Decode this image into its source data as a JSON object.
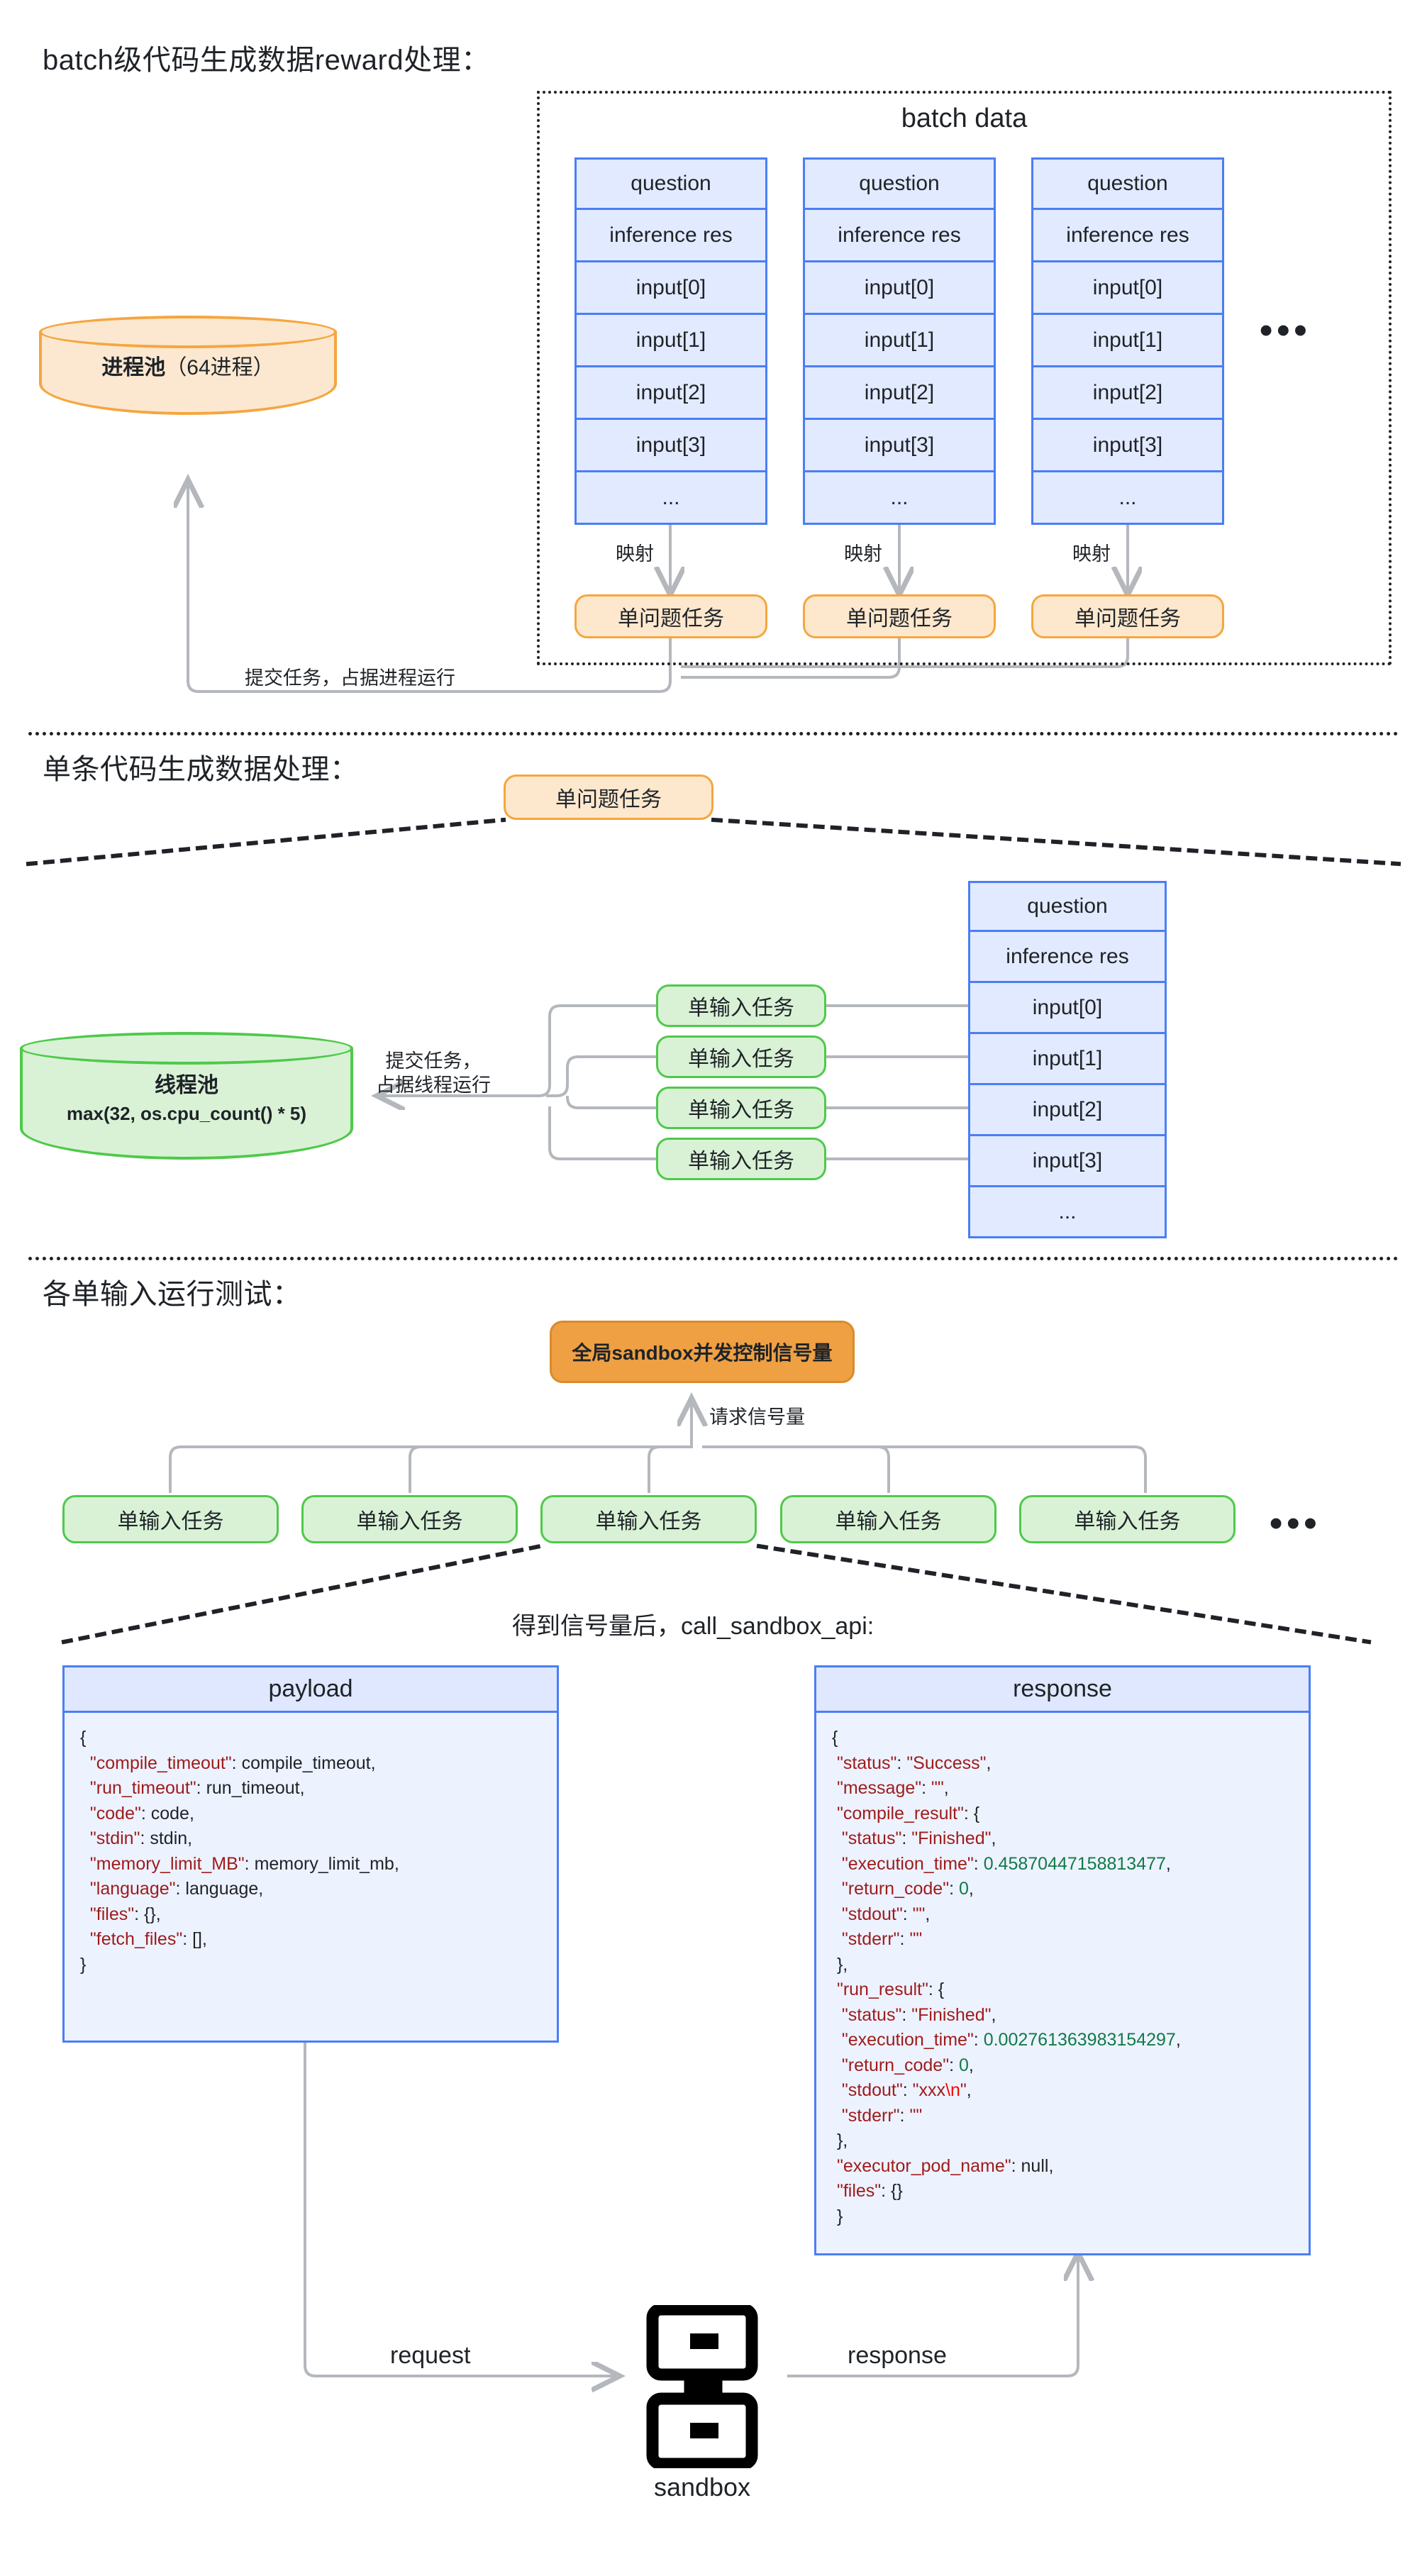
{
  "sections": [
    {
      "id": "batch",
      "title": "batch级代码生成数据reward处理："
    },
    {
      "id": "single",
      "title": "单条代码生成数据处理："
    },
    {
      "id": "test",
      "title": "各单输入运行测试："
    }
  ],
  "section1": {
    "box_title": "batch data",
    "columns": [
      {
        "cells": [
          "question",
          "inference res",
          "input[0]",
          "input[1]",
          "input[2]",
          "input[3]",
          "..."
        ]
      },
      {
        "cells": [
          "question",
          "inference res",
          "input[0]",
          "input[1]",
          "input[2]",
          "input[3]",
          "..."
        ]
      },
      {
        "cells": [
          "question",
          "inference res",
          "input[0]",
          "input[1]",
          "input[2]",
          "input[3]",
          "..."
        ]
      }
    ],
    "ellipsis": "•••",
    "map_label": "映射",
    "task_label": "单问题任务",
    "pool": {
      "title": "进程池",
      "detail": "（64进程）",
      "color": "#f5a640"
    },
    "submit_label": "提交任务，占据进程运行"
  },
  "section2": {
    "source_task": "单问题任务",
    "pool": {
      "title": "线程池",
      "detail": "max(32, os.cpu_count() * 5)",
      "color": "#4fc94a"
    },
    "submit_label_line1": "提交任务，",
    "submit_label_line2": "占据线程运行",
    "sub_tasks": [
      "单输入任务",
      "单输入任务",
      "单输入任务",
      "单输入任务"
    ],
    "data_cells": [
      "question",
      "inference res",
      "input[0]",
      "input[1]",
      "input[2]",
      "input[3]",
      "..."
    ]
  },
  "section3": {
    "semaphore": "全局sandbox并发控制信号量",
    "request_sem_label": "请求信号量",
    "tasks": [
      "单输入任务",
      "单输入任务",
      "单输入任务",
      "单输入任务",
      "单输入任务"
    ],
    "ellipsis": "•••",
    "call_label": "得到信号量后，call_sandbox_api:",
    "payload": {
      "title": "payload",
      "lines": [
        [
          {
            "t": "{",
            "c": "p"
          }
        ],
        [
          {
            "t": "  \"compile_timeout\"",
            "c": "k"
          },
          {
            "t": ": compile_timeout,",
            "c": "p"
          }
        ],
        [
          {
            "t": "  \"run_timeout\"",
            "c": "k"
          },
          {
            "t": ": run_timeout,",
            "c": "p"
          }
        ],
        [
          {
            "t": "  \"code\"",
            "c": "k"
          },
          {
            "t": ": code,",
            "c": "p"
          }
        ],
        [
          {
            "t": "  \"stdin\"",
            "c": "k"
          },
          {
            "t": ": stdin,",
            "c": "p"
          }
        ],
        [
          {
            "t": "  \"memory_limit_MB\"",
            "c": "k"
          },
          {
            "t": ": memory_limit_mb,",
            "c": "p"
          }
        ],
        [
          {
            "t": "  \"language\"",
            "c": "k"
          },
          {
            "t": ": language,",
            "c": "p"
          }
        ],
        [
          {
            "t": "  \"files\"",
            "c": "k"
          },
          {
            "t": ": {},",
            "c": "p"
          }
        ],
        [
          {
            "t": "  \"fetch_files\"",
            "c": "k"
          },
          {
            "t": ": [],",
            "c": "p"
          }
        ],
        [
          {
            "t": "}",
            "c": "p"
          }
        ]
      ]
    },
    "response": {
      "title": "response",
      "lines": [
        [
          {
            "t": "{",
            "c": "p"
          }
        ],
        [
          {
            "t": " \"status\"",
            "c": "k"
          },
          {
            "t": ": ",
            "c": "p"
          },
          {
            "t": "\"Success\"",
            "c": "s"
          },
          {
            "t": ",",
            "c": "p"
          }
        ],
        [
          {
            "t": " \"message\"",
            "c": "k"
          },
          {
            "t": ": ",
            "c": "p"
          },
          {
            "t": "\"\"",
            "c": "s"
          },
          {
            "t": ",",
            "c": "p"
          }
        ],
        [
          {
            "t": " \"compile_result\"",
            "c": "k"
          },
          {
            "t": ": {",
            "c": "p"
          }
        ],
        [
          {
            "t": "  \"status\"",
            "c": "k"
          },
          {
            "t": ": ",
            "c": "p"
          },
          {
            "t": "\"Finished\"",
            "c": "s"
          },
          {
            "t": ",",
            "c": "p"
          }
        ],
        [
          {
            "t": "  \"execution_time\"",
            "c": "k"
          },
          {
            "t": ": ",
            "c": "p"
          },
          {
            "t": "0.45870447158813477",
            "c": "n"
          },
          {
            "t": ",",
            "c": "p"
          }
        ],
        [
          {
            "t": "  \"return_code\"",
            "c": "k"
          },
          {
            "t": ": ",
            "c": "p"
          },
          {
            "t": "0",
            "c": "n"
          },
          {
            "t": ",",
            "c": "p"
          }
        ],
        [
          {
            "t": "  \"stdout\"",
            "c": "k"
          },
          {
            "t": ": ",
            "c": "p"
          },
          {
            "t": "\"\"",
            "c": "s"
          },
          {
            "t": ",",
            "c": "p"
          }
        ],
        [
          {
            "t": "  \"stderr\"",
            "c": "k"
          },
          {
            "t": ": ",
            "c": "p"
          },
          {
            "t": "\"\"",
            "c": "s"
          }
        ],
        [
          {
            "t": " },",
            "c": "p"
          }
        ],
        [
          {
            "t": " \"run_result\"",
            "c": "k"
          },
          {
            "t": ": {",
            "c": "p"
          }
        ],
        [
          {
            "t": "  \"status\"",
            "c": "k"
          },
          {
            "t": ": ",
            "c": "p"
          },
          {
            "t": "\"Finished\"",
            "c": "s"
          },
          {
            "t": ",",
            "c": "p"
          }
        ],
        [
          {
            "t": "  \"execution_time\"",
            "c": "k"
          },
          {
            "t": ": ",
            "c": "p"
          },
          {
            "t": "0.002761363983154297",
            "c": "n"
          },
          {
            "t": ",",
            "c": "p"
          }
        ],
        [
          {
            "t": "  \"return_code\"",
            "c": "k"
          },
          {
            "t": ": ",
            "c": "p"
          },
          {
            "t": "0",
            "c": "n"
          },
          {
            "t": ",",
            "c": "p"
          }
        ],
        [
          {
            "t": "  \"stdout\"",
            "c": "k"
          },
          {
            "t": ": ",
            "c": "p"
          },
          {
            "t": "\"xxx",
            "c": "s"
          },
          {
            "t": "\\n",
            "c": "esc"
          },
          {
            "t": "\"",
            "c": "s"
          },
          {
            "t": ",",
            "c": "p"
          }
        ],
        [
          {
            "t": "  \"stderr\"",
            "c": "k"
          },
          {
            "t": ": ",
            "c": "p"
          },
          {
            "t": "\"\"",
            "c": "s"
          }
        ],
        [
          {
            "t": " },",
            "c": "p"
          }
        ],
        [
          {
            "t": " \"executor_pod_name\"",
            "c": "k"
          },
          {
            "t": ": null,",
            "c": "p"
          }
        ],
        [
          {
            "t": " \"files\"",
            "c": "k"
          },
          {
            "t": ": {}",
            "c": "p"
          }
        ],
        [
          {
            "t": " }",
            "c": "p"
          }
        ]
      ]
    },
    "request_label": "request",
    "response_label": "response",
    "sandbox_label": "sandbox"
  },
  "colors": {
    "blue_stroke": "#4a7ef5",
    "blue_fill": "#e2eaff",
    "orange_stroke": "#f5a640",
    "orange_fill": "#fde8cd",
    "orange_solid": "#efa043",
    "green_stroke": "#4fc94a",
    "green_fill": "#d9f2d6",
    "wire": "#b4b8bd",
    "json_key": "#9e1b1b",
    "json_num": "#117a48",
    "json_escape": "#ff0000"
  }
}
